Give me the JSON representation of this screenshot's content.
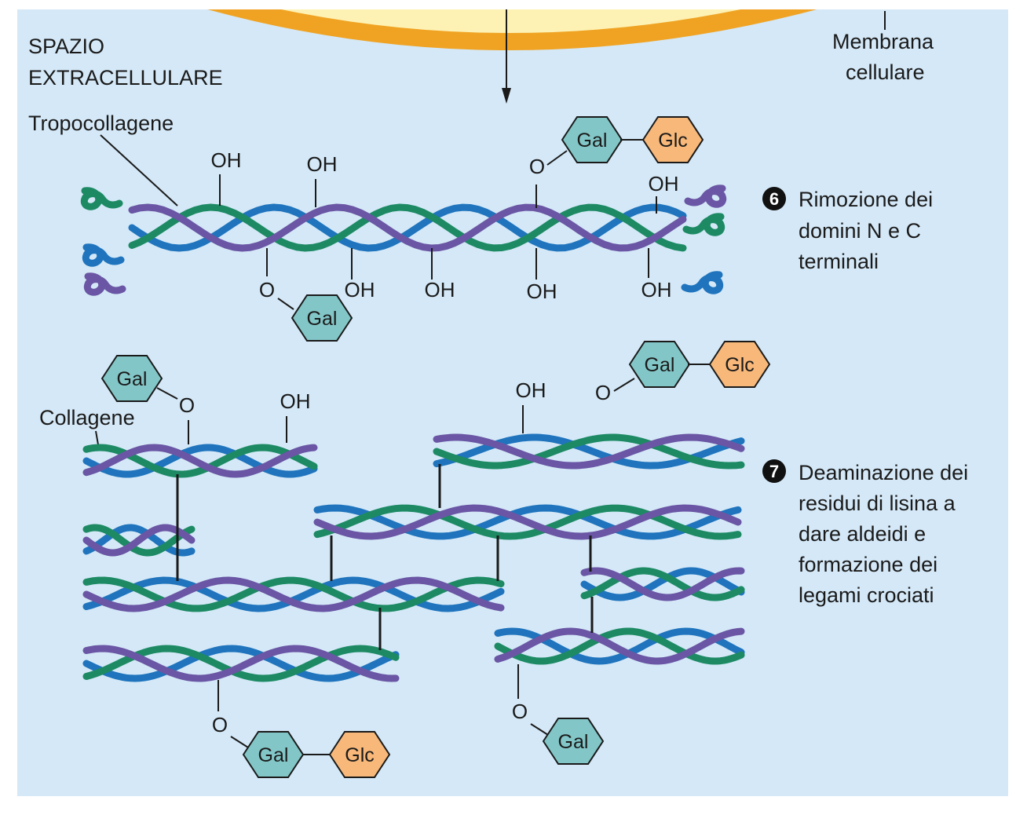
{
  "colors": {
    "background": "#d4e8f7",
    "membrane": "#f0a323",
    "cytoplasm": "#fdf2b4",
    "strand_blue": "#1f74bd",
    "strand_green": "#1d8a64",
    "strand_purple": "#6a56a4",
    "gal_fill": "#83c6c7",
    "glc_fill": "#f7b87a"
  },
  "labels": {
    "space_line1": "SPAZIO",
    "space_line2": "EXTRACELLULARE",
    "membrane_line1": "Membrana",
    "membrane_line2": "cellulare",
    "tropocollagen": "Tropocollagene",
    "collagen": "Collagene"
  },
  "steps": [
    {
      "number": "6",
      "lines": [
        "Rimozione dei",
        "domini N e C",
        "terminali"
      ]
    },
    {
      "number": "7",
      "lines": [
        "Deaminazione dei",
        "residui di lisina a",
        "dare aldeidi e",
        "formazione dei",
        "legami crociati"
      ]
    }
  ],
  "chem": {
    "hydroxyl": "OH",
    "oxygen": "O"
  },
  "sugars": {
    "gal": "Gal",
    "glc": "Glc"
  },
  "icons": [
    "down-arrow-icon",
    "number-circle-icon",
    "hexagon-sugar-icon"
  ]
}
